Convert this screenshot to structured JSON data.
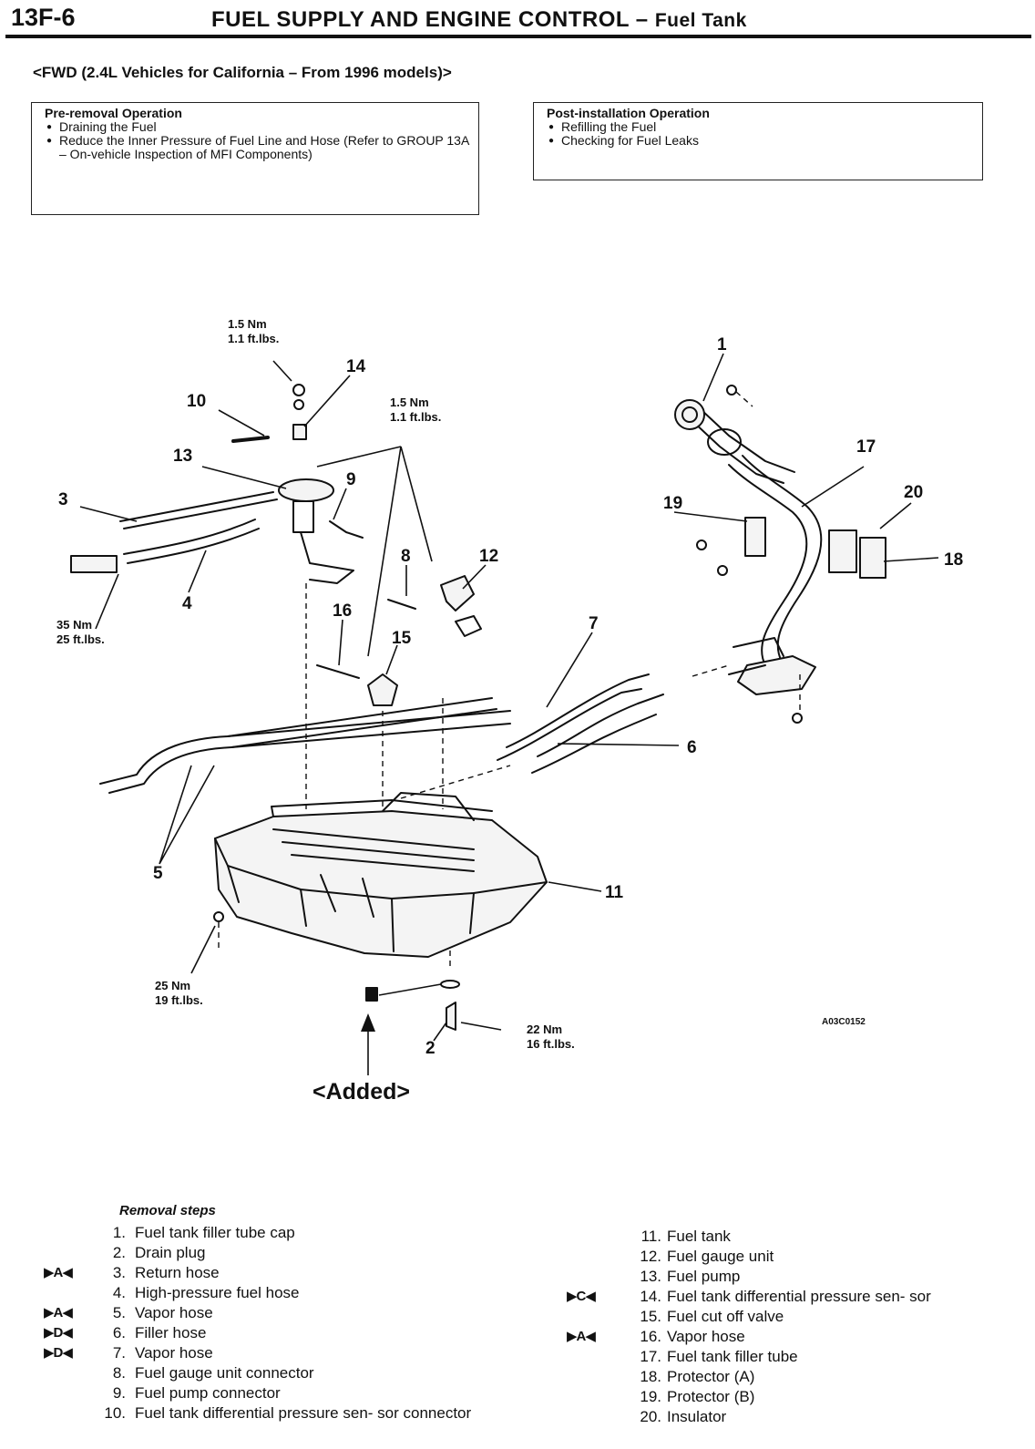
{
  "header": {
    "page_number": "13F-6",
    "title": "FUEL SUPPLY AND ENGINE CONTROL",
    "separator": " – ",
    "subtitle": "Fuel Tank"
  },
  "section_heading": "<FWD (2.4L Vehicles for California – From 1996 models)>",
  "pre_removal": {
    "title": "Pre-removal Operation",
    "items": [
      "Draining the Fuel",
      "Reduce the Inner Pressure of Fuel Line and Hose (Refer to GROUP 13A – On-vehicle Inspection of MFI Components)"
    ]
  },
  "post_installation": {
    "title": "Post-installation Operation",
    "items": [
      "Refilling the Fuel",
      "Checking for Fuel Leaks"
    ]
  },
  "diagram": {
    "callouts": [
      "1",
      "2",
      "3",
      "4",
      "5",
      "6",
      "7",
      "8",
      "9",
      "10",
      "11",
      "12",
      "13",
      "14",
      "15",
      "16",
      "17",
      "18",
      "19",
      "20"
    ],
    "torques": {
      "t1_nm": "1.5 Nm",
      "t1_ft": "1.1 ft.lbs.",
      "t2_nm": "1.5 Nm",
      "t2_ft": "1.1 ft.lbs.",
      "t3_nm": "35 Nm",
      "t3_ft": "25 ft.lbs.",
      "t4_nm": "25 Nm",
      "t4_ft": "19 ft.lbs.",
      "t5_nm": "22 Nm",
      "t5_ft": "16 ft.lbs."
    },
    "figure_code": "A03C0152",
    "added_label": "<Added>"
  },
  "removal_steps": {
    "title": "Removal steps",
    "left": [
      {
        "mark": "",
        "num": "1.",
        "text": "Fuel tank filler tube cap"
      },
      {
        "mark": "",
        "num": "2.",
        "text": "Drain plug"
      },
      {
        "mark": "▶A◀",
        "num": "3.",
        "text": "Return hose"
      },
      {
        "mark": "",
        "num": "4.",
        "text": "High-pressure fuel hose"
      },
      {
        "mark": "▶A◀",
        "num": "5.",
        "text": "Vapor hose"
      },
      {
        "mark": "▶D◀",
        "num": "6.",
        "text": "Filler hose"
      },
      {
        "mark": "▶D◀",
        "num": "7.",
        "text": "Vapor hose"
      },
      {
        "mark": "",
        "num": "8.",
        "text": "Fuel gauge unit connector"
      },
      {
        "mark": "",
        "num": "9.",
        "text": "Fuel pump connector"
      },
      {
        "mark": "",
        "num": "10.",
        "text": "Fuel tank differential pressure sen- sor connector"
      }
    ],
    "right": [
      {
        "mark": "",
        "num": "11.",
        "text": "Fuel tank"
      },
      {
        "mark": "",
        "num": "12.",
        "text": "Fuel gauge unit"
      },
      {
        "mark": "",
        "num": "13.",
        "text": "Fuel pump"
      },
      {
        "mark": "▶C◀",
        "num": "14.",
        "text": "Fuel tank differential pressure sen- sor"
      },
      {
        "mark": "",
        "num": "15.",
        "text": "Fuel cut off valve"
      },
      {
        "mark": "▶A◀",
        "num": "16.",
        "text": "Vapor hose"
      },
      {
        "mark": "",
        "num": "17.",
        "text": "Fuel tank filler tube"
      },
      {
        "mark": "",
        "num": "18.",
        "text": "Protector (A)"
      },
      {
        "mark": "",
        "num": "19.",
        "text": "Protector (B)"
      },
      {
        "mark": "",
        "num": "20.",
        "text": "Insulator"
      }
    ]
  }
}
